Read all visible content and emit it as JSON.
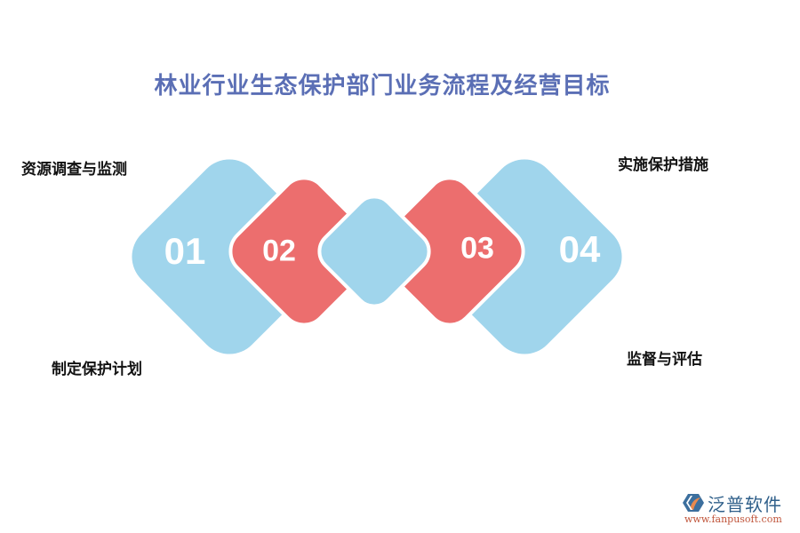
{
  "title": "林业行业生态保护部门业务流程及经营目标",
  "colors": {
    "title": "#5b6fb5",
    "blue": "#a0d5ec",
    "red": "#ec6e6e",
    "label": "#111111"
  },
  "steps": [
    {
      "number": "01",
      "label": "资源调查与监测",
      "color": "blue"
    },
    {
      "number": "02",
      "label": "制定保护计划",
      "color": "red"
    },
    {
      "number": "03",
      "label": "实施保护措施",
      "color": "red"
    },
    {
      "number": "04",
      "label": "监督与评估",
      "color": "blue"
    }
  ],
  "logo": {
    "name": "泛普软件",
    "url": "www.fanpusoft.com"
  }
}
